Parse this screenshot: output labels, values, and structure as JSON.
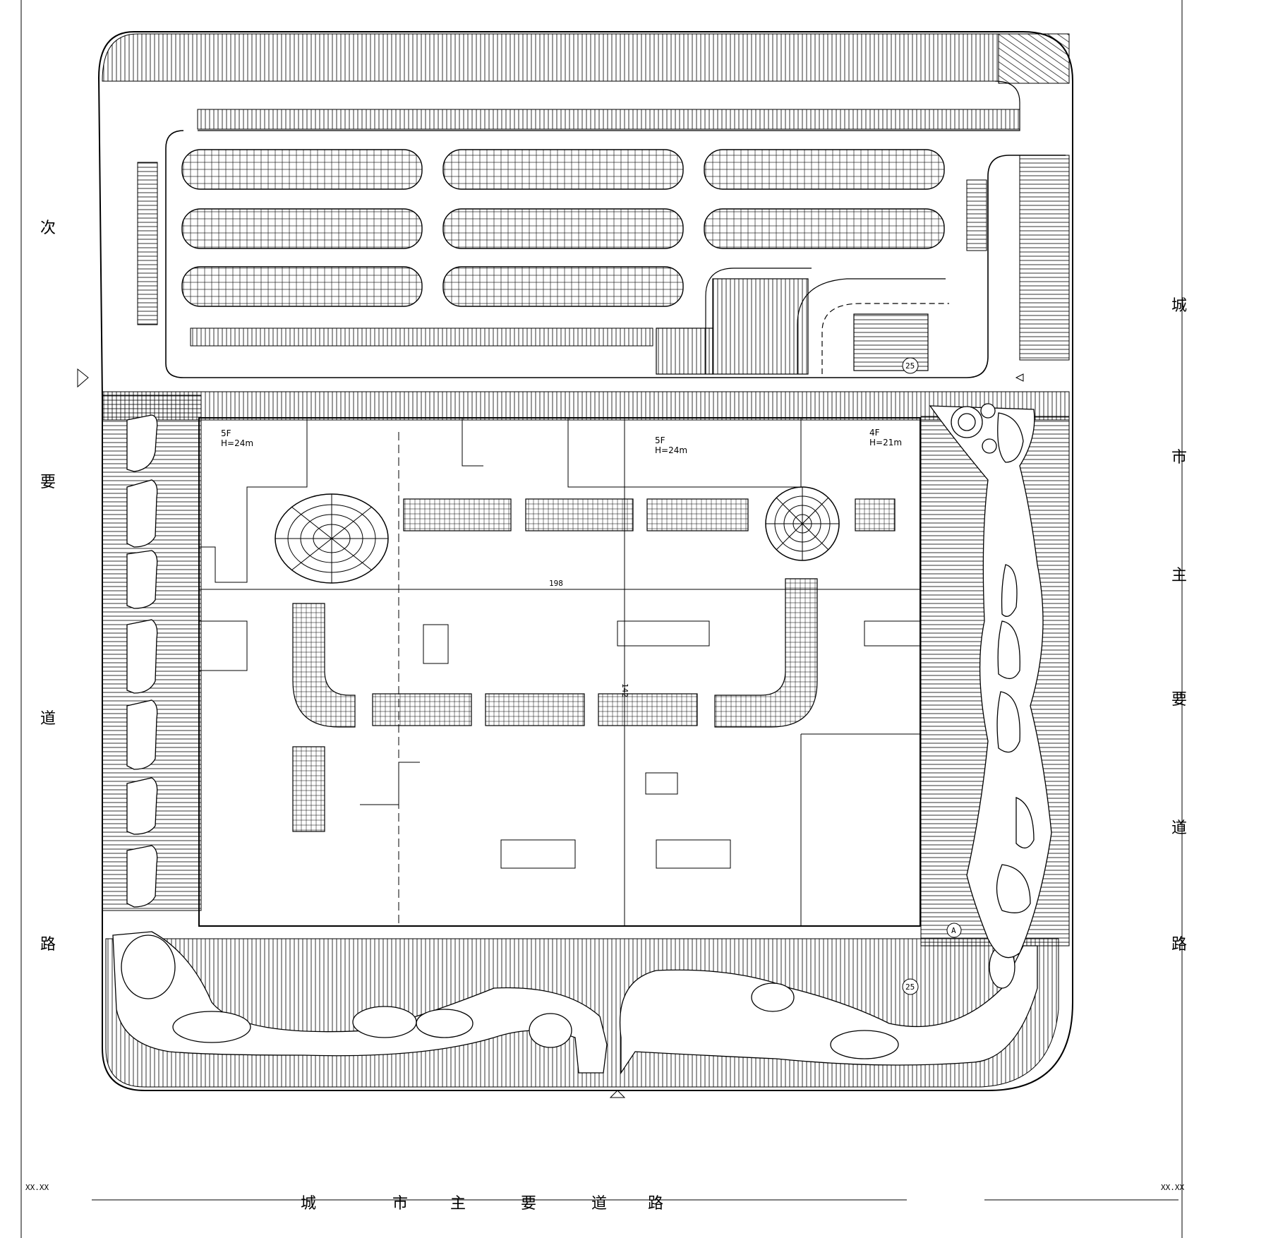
{
  "roads": {
    "bottom": [
      "城",
      "市",
      "主",
      "要",
      "道",
      "路"
    ],
    "left": [
      "次",
      "要",
      "道",
      "路"
    ],
    "right": [
      "城",
      "市",
      "主",
      "要",
      "道",
      "路"
    ]
  },
  "buildings": [
    {
      "floors": "5F",
      "height": "H=24m"
    },
    {
      "floors": "5F",
      "height": "H=24m"
    },
    {
      "floors": "4F",
      "height": "H=21m"
    }
  ],
  "dimensions": {
    "width": "198",
    "depth": "142"
  },
  "corner_marks": {
    "left": "XX.XX",
    "right": "XX.XX"
  },
  "markers": {
    "ramp_top": "25",
    "ramp_bottom": "25",
    "east_a": "A"
  },
  "colors": {
    "line": "#000000",
    "background": "#ffffff"
  }
}
